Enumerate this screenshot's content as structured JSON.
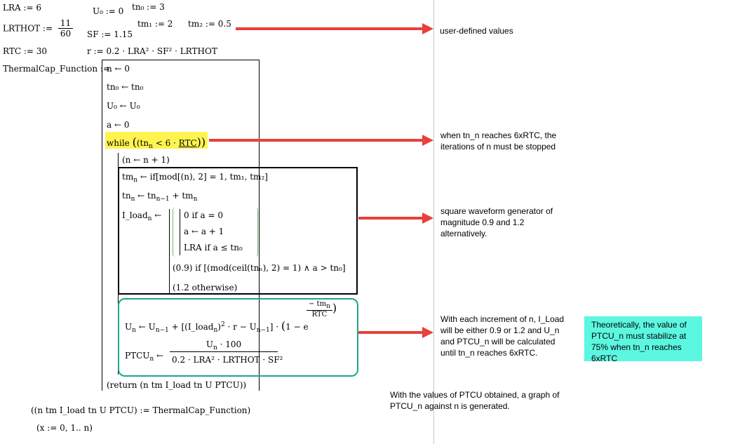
{
  "defs": {
    "lra": "LRA := 6",
    "lrthot_lhs": "LRTHOT :=",
    "lrthot_num": "11",
    "lrthot_den": "60",
    "rtc": "RTC := 30",
    "u0": "U₀ := 0",
    "sf": "SF := 1.15",
    "tn0": "tn₀ := 3",
    "tm1": "tm₁ := 2",
    "tm2": "tm₂ := 0.5",
    "r": "r := 0.2 · LRA² · SF² · LRTHOT"
  },
  "function": {
    "name": "ThermalCap_Function :=",
    "init": [
      "n ← 0",
      "tn₀ ← tn₀",
      "U₀ ← U₀",
      "a ← 0"
    ],
    "while_kw": "while",
    "while_cond": "(tn",
    "while_sub": "n",
    "while_rest": " < 6 · ",
    "while_rtc": "RTC",
    "inc": "(n ← n + 1)",
    "tm_line": "tm",
    "tm_rest": " ← if[mod[(n), 2] = 1, tm₁, tm₂]",
    "tn_line": "tn",
    "tn_rest": " ← tn",
    "tn_rest2": " + tm",
    "iload_lhs": "I_load",
    "iload_arrow": " ←",
    "case1": "0  if  a = 0",
    "case2": "a ← a + 1",
    "case3": "LRA  if  a ≤ tn₀",
    "case_09": "(0.9)   if  [(mod(ceil(tnₙ), 2) = 1) ∧ a > tn₀]",
    "case_12": "(1.2   otherwise)",
    "u_lhs": "U",
    "u_rest": " ← U",
    "u_bracket": " + [(I_load",
    "u_sq": "2",
    "u_r": " · r − U",
    "u_dot": "] · ",
    "u_one": "1 − e",
    "exp_num": "− tm",
    "exp_den": "RTC",
    "ptcu_lhs": "PTCU",
    "ptcu_arrow": " ←",
    "ptcu_num": "U",
    "ptcu_num2": " · 100",
    "ptcu_den": "0.2 · LRA² · LRTHOT · SF²",
    "ret": "(return  (n  tm  I_load  tn  U  PTCU))"
  },
  "after": {
    "assign": "((n  tm  I_load  tn  U  PTCU) := ThermalCap_Function)",
    "range": "(x := 0, 1.. n)"
  },
  "notes": {
    "user_defined": "user-defined values",
    "while_note": "when tn_n reaches 6xRTC, the iterations of n must be stopped",
    "square_note": "square waveform generator of magnitude 0.9 and 1.2 alternatively.",
    "increment_note": "With each increment of n, I_Load will be either 0.9 or 1.2 and U_n and PTCU_n will be calculated until tn_n reaches 6xRTC.",
    "theory_note": "Theoretically, the value of PTCU_n must stabilize at 75% when tn_n reaches 6xRTC",
    "graph_note": "With the values of PTCU obtained, a graph of PTCU_n against n is generated."
  },
  "colors": {
    "arrow": "#e8403a",
    "highlight": "#fff44f",
    "teal_box": "#5cf7e0",
    "teal_border": "#1aa88a",
    "divider": "#c8c8c8"
  }
}
